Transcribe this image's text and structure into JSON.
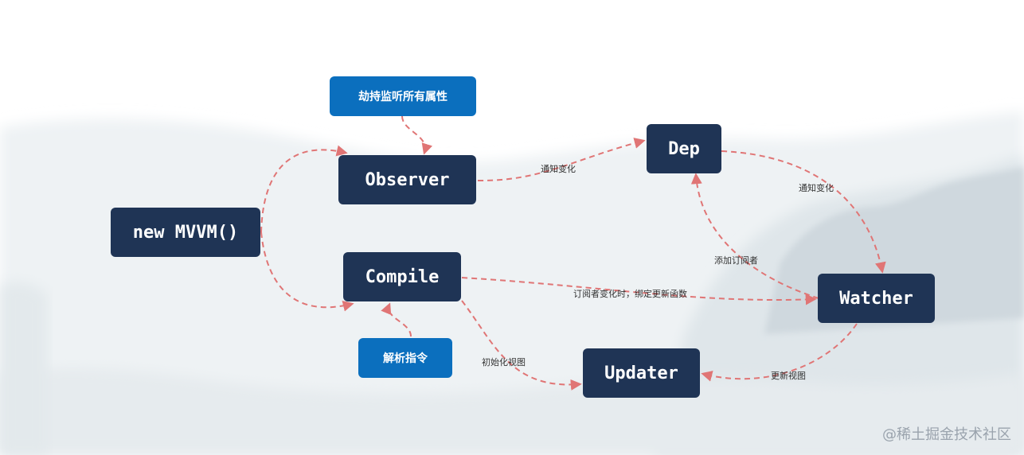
{
  "nodes": {
    "new_mvvm": "new MVVM()",
    "observer": "Observer",
    "compile": "Compile",
    "dep": "Dep",
    "watcher": "Watcher",
    "updater": "Updater",
    "hijack": "劫持监听所有属性",
    "parse": "解析指令"
  },
  "edge_labels": {
    "observer_to_dep": "通知变化",
    "dep_to_watcher": "通知变化",
    "watcher_to_dep": "添加订阅者",
    "compile_to_watcher": "订阅者变化时，绑定更新函数",
    "compile_to_updater": "初始化视图",
    "watcher_to_updater": "更新视图"
  },
  "watermark": "@稀土掘金技术社区",
  "colors": {
    "dark_node": "#1f3455",
    "blue_node": "#0b6fbe",
    "arrow": "#e07575"
  }
}
